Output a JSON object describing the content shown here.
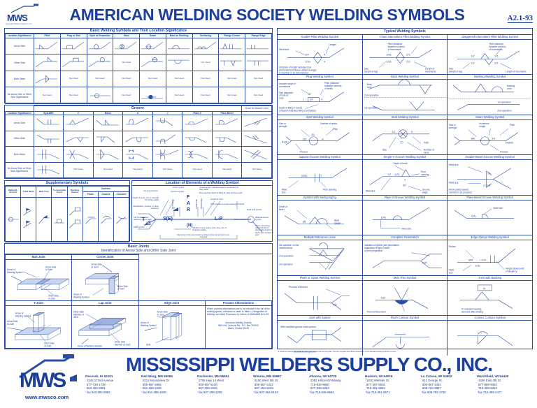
{
  "header": {
    "title": "AMERICAN WELDING SOCIETY WELDING SYMBOLS",
    "standard": "A2.1-93",
    "logo_text": "MWS",
    "logo_sub": "Mississippi Welders Supply Co. Inc."
  },
  "basic_symbols": {
    "band_title": "Basic Welding Symbols and Their Location Significance",
    "row_header": "Location Significance",
    "columns": [
      "Fillet",
      "Plug or Slot",
      "Spot or Projection",
      "Stud",
      "Seam",
      "Back or Backing",
      "Surfacing",
      "Flange Corner",
      "Flange Edge"
    ],
    "rows": [
      {
        "label": "Arrow Side",
        "cells": [
          "symbol",
          "symbol",
          "symbol",
          "symbol",
          "symbol",
          "symbol",
          "symbol",
          "symbol",
          "symbol"
        ]
      },
      {
        "label": "Other Side",
        "cells": [
          "symbol",
          "symbol",
          "symbol",
          "Not Used",
          "symbol",
          "symbol",
          "Not Used",
          "symbol",
          "symbol"
        ]
      },
      {
        "label": "Both Sides",
        "cells": [
          "symbol",
          "Not Used",
          "Not Used",
          "Not Used",
          "Not Used",
          "Not Used",
          "Not Used",
          "Not Used",
          "Not Used"
        ]
      },
      {
        "label": "No Arrow Side or Other Side Significance",
        "cells": [
          "Not Used",
          "Not Used",
          "symbol",
          "Not Used",
          "symbol",
          "Not Used",
          "Not Used",
          "Not Used",
          "Not Used"
        ]
      }
    ]
  },
  "groove": {
    "band_title": "Groove",
    "row_header": "Location Significance",
    "last_column_header": "Scarf for Brazed Joint",
    "columns": [
      "SQUARE",
      "V",
      "Bevel",
      "U",
      "J",
      "Flare-V",
      "Flare-Bevel"
    ],
    "rows": [
      {
        "label": "Arrow Side",
        "cells": [
          "symbol",
          "symbol",
          "symbol",
          "symbol",
          "symbol",
          "symbol",
          "symbol",
          "symbol"
        ]
      },
      {
        "label": "Other Side",
        "cells": [
          "symbol",
          "symbol",
          "symbol",
          "symbol",
          "symbol",
          "symbol",
          "symbol",
          "symbol"
        ]
      },
      {
        "label": "Both Sides",
        "cells": [
          "symbol",
          "symbol",
          "symbol",
          "symbol",
          "symbol",
          "symbol",
          "symbol",
          "symbol"
        ]
      },
      {
        "label": "No Arrow Side or Other Side Significance",
        "cells": [
          "symbol",
          "Not Used",
          "Not Used",
          "Not Used",
          "Not Used",
          "Not Used",
          "Not Used",
          "Not Used"
        ]
      }
    ]
  },
  "supplementary": {
    "band_title": "Supplementary Symbols",
    "columns": [
      "Weld-All-Around",
      "Field Weld",
      "Melt-Thru",
      "Consumable Insert",
      "Backing Spacer"
    ],
    "contour_group": "Contour",
    "contour_columns": [
      "Flush",
      "Convex",
      "Concave"
    ]
  },
  "elements": {
    "band_title": "Location of Elements of a Welding Symbol",
    "markers": {
      "finish": "F",
      "contour": "A",
      "root": "R",
      "size": "S(E)",
      "length_pitch": "L-P",
      "tail": "T",
      "number": "(N)"
    },
    "labels": {
      "finish_symbol": "Finish symbol",
      "contour_symbol": "Contour symbol",
      "groove_weld_size": "Groove weld size",
      "depth_bevel": "Depth of bevel, size or strength for certain welds",
      "spec_process": "Specification, process, or other reference",
      "groove_angle": "Groove angle; included angle of countersink for plug welds",
      "root_opening": "Root opening; depth of filling for plug and slot welds",
      "length_of_weld": "Length of weld",
      "pitch": "Pitch (center-to-center spacing) of welds",
      "field_weld": "Field weld symbol",
      "weld_all_around": "Weld-all-around symbol",
      "arrow": "Arrow connecting reference line to arrow side of joint or arrow side member of joint",
      "tail_omitted": "Tail (omitted when reference is not used)",
      "weld_symbol": "Weld symbol",
      "number_note": "Number of spot, seam, stud, plug, slot, or projection welds",
      "reference_line": "Reference line",
      "elements_note": "Elements in this area remain as shown when tail and arrow are reversed",
      "both_sides": "BOTH SIDES",
      "other_side": "OTHER SIDE",
      "arrow_side": "ARROW SIDE"
    }
  },
  "joints": {
    "band_title": "Basic Joints",
    "band_subtitle": "Identification of Arrow Side and Other Side Joint",
    "cells": [
      {
        "caption": "Butt Joint",
        "labels": [
          "Arrow of Welding Symbol",
          "Arrow Side of Joint",
          "Other Side of Joint"
        ]
      },
      {
        "caption": "Corner Joint",
        "labels": [
          "Arrow Side of Joint",
          "Other Side of Joint",
          "Arrow of Welding Symbol"
        ]
      },
      {
        "caption": "T-Joint",
        "labels": [
          "Arrow of Welding Symbol",
          "Arrow Side of Joint",
          "Other Side of Joint"
        ]
      },
      {
        "caption": "Lap Joint",
        "labels": [
          "Other Side Member of Joint",
          "Arrow Side Member of Joint",
          "Arrow of Welding Symbol"
        ]
      },
      {
        "caption": "Edge Joint",
        "labels": [
          "Arrow Side of Joint",
          "Arrow of Welding Symbol",
          "Joint"
        ]
      },
      {
        "caption": "Process Abbreviations",
        "body": "Where process abbreviations are to be included in the tail of the welding symbol, reference is made to Table 1, Designation of Welding and Allied Processes by Letters of ANSI/AWS A2.4-93",
        "footer": [
          "American Welding Society",
          "550 N.W. LeJeune Rd., P.O. Box 351040",
          "Miami, Florida 33135"
        ]
      }
    ]
  },
  "typical": {
    "band_title": "Typical Welding Symbols",
    "cells": [
      {
        "caption": "Double-Fillet Welding Symbol",
        "labels": [
          "Weld size",
          "Length",
          "Omission of length indicates that weld extends between abrupt changes in direction or as dimensioned"
        ],
        "values": [
          "1/4",
          "1/16",
          "4",
          "4"
        ]
      },
      {
        "caption": "Chain Intermittent Fillet Welding Symbol",
        "labels": [
          "Pitch (distance between centers) of increments",
          "Size (length of leg)",
          "Length of increments"
        ],
        "values": [
          "3/16",
          "1/16",
          "2-5",
          "2-6"
        ]
      },
      {
        "caption": "Staggered Intermittent Fillet Welding Symbol",
        "labels": [
          "Pitch (distance between centers) of increments",
          "Size (length of leg)",
          "Length of increments"
        ],
        "values": [
          "1/2",
          "1/2",
          "3-5",
          "3-5"
        ]
      },
      {
        "caption": "Plug Welding Symbol",
        "labels": [
          "Included angle of countersink",
          "Pitch (distance between centers) of welds",
          "Size (diameter of hole at root)",
          "Depth of filling in inches (omission indicates filling is complete)"
        ],
        "values": [
          "30°",
          "1",
          "3/4",
          "4"
        ]
      },
      {
        "caption": "Back Welding Symbol",
        "labels": [
          "Back weld",
          "2nd operation",
          "1st operation"
        ],
        "values": []
      },
      {
        "caption": "Backing Welding Symbol",
        "labels": [
          "Backing weld",
          "1st operation",
          "2nd operation"
        ],
        "values": []
      },
      {
        "caption": "Spot Welding Symbol",
        "labels": [
          "Size or strength",
          "Number of welds",
          "Pitch",
          "Process"
        ],
        "values": [
          "225",
          "(5)",
          "4",
          "RSW"
        ]
      },
      {
        "caption": "Stud Welding Symbol",
        "labels": [
          "Size",
          "Pitch",
          "Number of studs"
        ],
        "values": [
          "1/2",
          "6",
          "(7)"
        ]
      },
      {
        "caption": "Seam Welding Symbol",
        "labels": [
          "Size or strength",
          "Increment length",
          "Pitch",
          "Process"
        ],
        "values": [
          "880",
          "3-6",
          "RSEW"
        ]
      },
      {
        "caption": "Square-Groove Welding Symbol",
        "labels": [
          "Weld size",
          "Root opening"
        ],
        "values": [
          "(3/16)",
          "2"
        ]
      },
      {
        "caption": "Single-V Groove Welding Symbol",
        "labels": [
          "Depth of bevel",
          "Root opening",
          "Weld size",
          "Groove angle"
        ],
        "values": [
          "1/2",
          "(1/2)",
          "2",
          "60°"
        ]
      },
      {
        "caption": "Double-Bevel-Groove Welding Symbol",
        "labels": [
          "Weld size",
          "Weld size",
          "Arrow points toward member to be prepared"
        ],
        "values": [
          "(1)",
          "(1-1/4)"
        ]
      },
      {
        "caption": "Symbol with Backgouging",
        "labels": [
          "Depth of bevel",
          "Back gouge"
        ],
        "values": [
          "3/8"
        ]
      },
      {
        "caption": "Flare-V-Groove Welding Symbol",
        "labels": [
          "Weld size"
        ],
        "values": [
          "(1/4)"
        ]
      },
      {
        "caption": "Flare-Bevel-Groove Welding Symbol",
        "labels": [
          "Weld size"
        ],
        "values": [
          "(1/4)"
        ]
      },
      {
        "caption": "Multiple Reference Lines",
        "labels": [
          "1st operation on line nearest arrow",
          "2nd operation",
          "3rd operation"
        ],
        "values": []
      },
      {
        "caption": "Complete Penetration",
        "labels": [
          "Indicates complete joint penetration regardless of type of weld or joint preparation"
        ],
        "values": [
          "CJP"
        ]
      },
      {
        "caption": "Edge Flange Welding Symbol",
        "labels": [
          "Radius",
          "Weld size",
          "Height above point of tangency"
        ],
        "values": [
          "3/64",
          "1/16",
          "+ 1/16"
        ]
      },
      {
        "caption": "Flash or Upset Welding Symbol",
        "labels": [
          "Process reference"
        ],
        "values": [
          "FW"
        ]
      },
      {
        "caption": "Melt-Thru Symbol",
        "labels": [
          "Root reinforcement"
        ],
        "values": [
          "1/32"
        ]
      },
      {
        "caption": "Joint with Backing",
        "labels": [
          "'R' indicates backing removed after welding"
        ],
        "values": [
          "R"
        ]
      },
      {
        "caption": "Joint with Spacer",
        "labels": [
          "With modified groove weld symbol",
          "Double bevel groove"
        ],
        "values": []
      },
      {
        "caption": "Flush Contour Symbol",
        "labels": [],
        "values": []
      },
      {
        "caption": "Convex Contour Symbol",
        "labels": [],
        "values": []
      }
    ],
    "disclaimer": "It should be understood that these charts are intended only as shop aids. The only complete and official presentation of the standard welding symbols is in A2.4."
  },
  "footer": {
    "company": "MISSISSIPPI WELDERS SUPPLY CO., INC.",
    "website": "www.mwsco.com",
    "logo_text": "MWS",
    "stores": [
      {
        "city": "Decorah, IA 52101",
        "lines": [
          "2343 172nd Avenue",
          "877-728-1735",
          "563-382-8981",
          "fax 563-382-8982"
        ]
      },
      {
        "city": "Red Wing, MN 55066",
        "lines": [
          "5211 Moundview Dr",
          "800-657-4856",
          "651-388-1836",
          "fax 651-388-1838"
        ]
      },
      {
        "city": "Rochester, MN 55901",
        "lines": [
          "2705 Hwy 14 West",
          "800-657-5100",
          "507-289-2026",
          "fax 507-289-2205"
        ]
      },
      {
        "city": "Winona, MN 55987",
        "lines": [
          "5150 West 6th St.",
          "800-657-4422",
          "507-454-5233",
          "fax 507-454-8134"
        ]
      },
      {
        "city": "Altoona, WI 54720",
        "lines": [
          "2382 Hillcrest Parkway",
          "715-836-9660",
          "877-935-9353",
          "fax 715-836-9694"
        ]
      },
      {
        "city": "Hudson, WI 54016",
        "lines": [
          "1810 Webster St.",
          "877-387-6916",
          "715-381-6964",
          "fax 715-381-6571"
        ]
      },
      {
        "city": "La Crosse, WI 54603",
        "lines": [
          "611 George St.",
          "800-657-4434",
          "608-782-9987",
          "fax 608-782-3700"
        ]
      },
      {
        "city": "Marshfield, WI 54449",
        "lines": [
          "1406 East 4th St.",
          "877-889-9353",
          "715-389-9353",
          "fax 715-389-2477"
        ]
      }
    ]
  },
  "common": {
    "not_used": "Not Used"
  }
}
